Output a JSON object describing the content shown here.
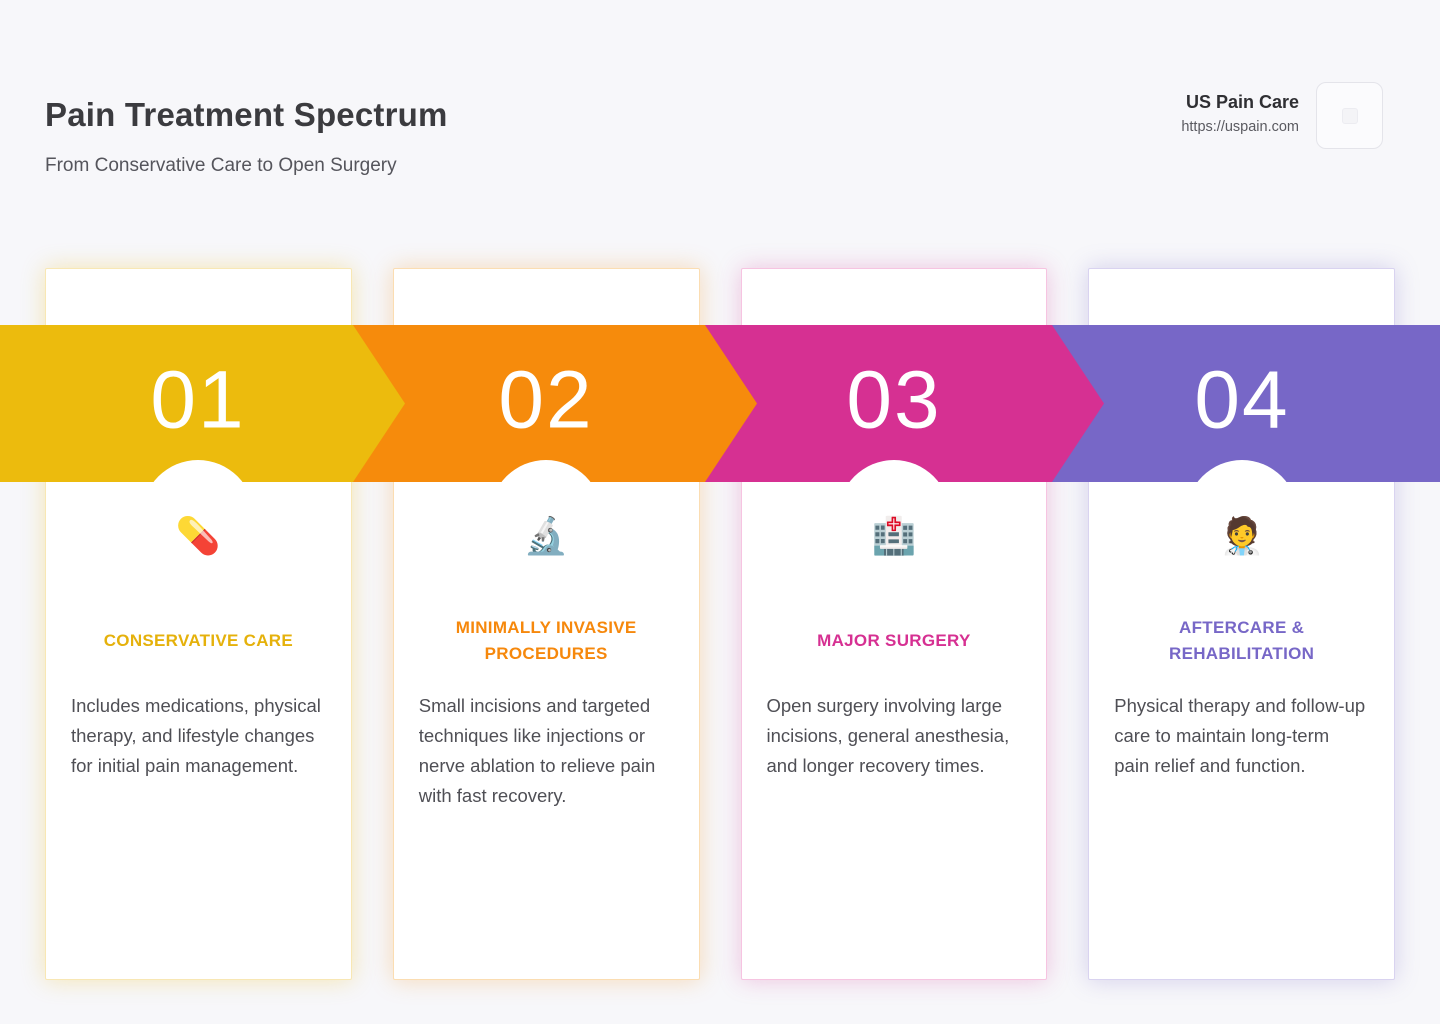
{
  "page": {
    "background": "#f7f7fa"
  },
  "header": {
    "title": "Pain Treatment Spectrum",
    "subtitle": "From Conservative Care to Open Surgery",
    "brand": {
      "name": "US Pain Care",
      "url": "https://uspain.com"
    }
  },
  "steps": [
    {
      "number": "01",
      "color": "#ecbb0d",
      "icon": "💊",
      "icon_name": "pill-icon",
      "title": "CONSERVATIVE CARE",
      "description": "Includes medications, physical therapy, and lifestyle changes for initial pain management."
    },
    {
      "number": "02",
      "color": "#f68b0c",
      "icon": "🔬",
      "icon_name": "microscope-icon",
      "title": "MINIMALLY INVASIVE PROCEDURES",
      "description": "Small incisions and targeted techniques like injections or nerve ablation to relieve pain with fast recovery."
    },
    {
      "number": "03",
      "color": "#d63092",
      "icon": "🏥",
      "icon_name": "hospital-icon",
      "title": "MAJOR SURGERY",
      "description": "Open surgery involving large incisions, general anesthesia, and longer recovery times."
    },
    {
      "number": "04",
      "color": "#7767c7",
      "icon": "🧑‍⚕️",
      "icon_name": "health-worker-icon",
      "title": "AFTERCARE & REHABILITATION",
      "description": "Physical therapy and follow-up care to maintain long-term pain relief and function."
    }
  ]
}
